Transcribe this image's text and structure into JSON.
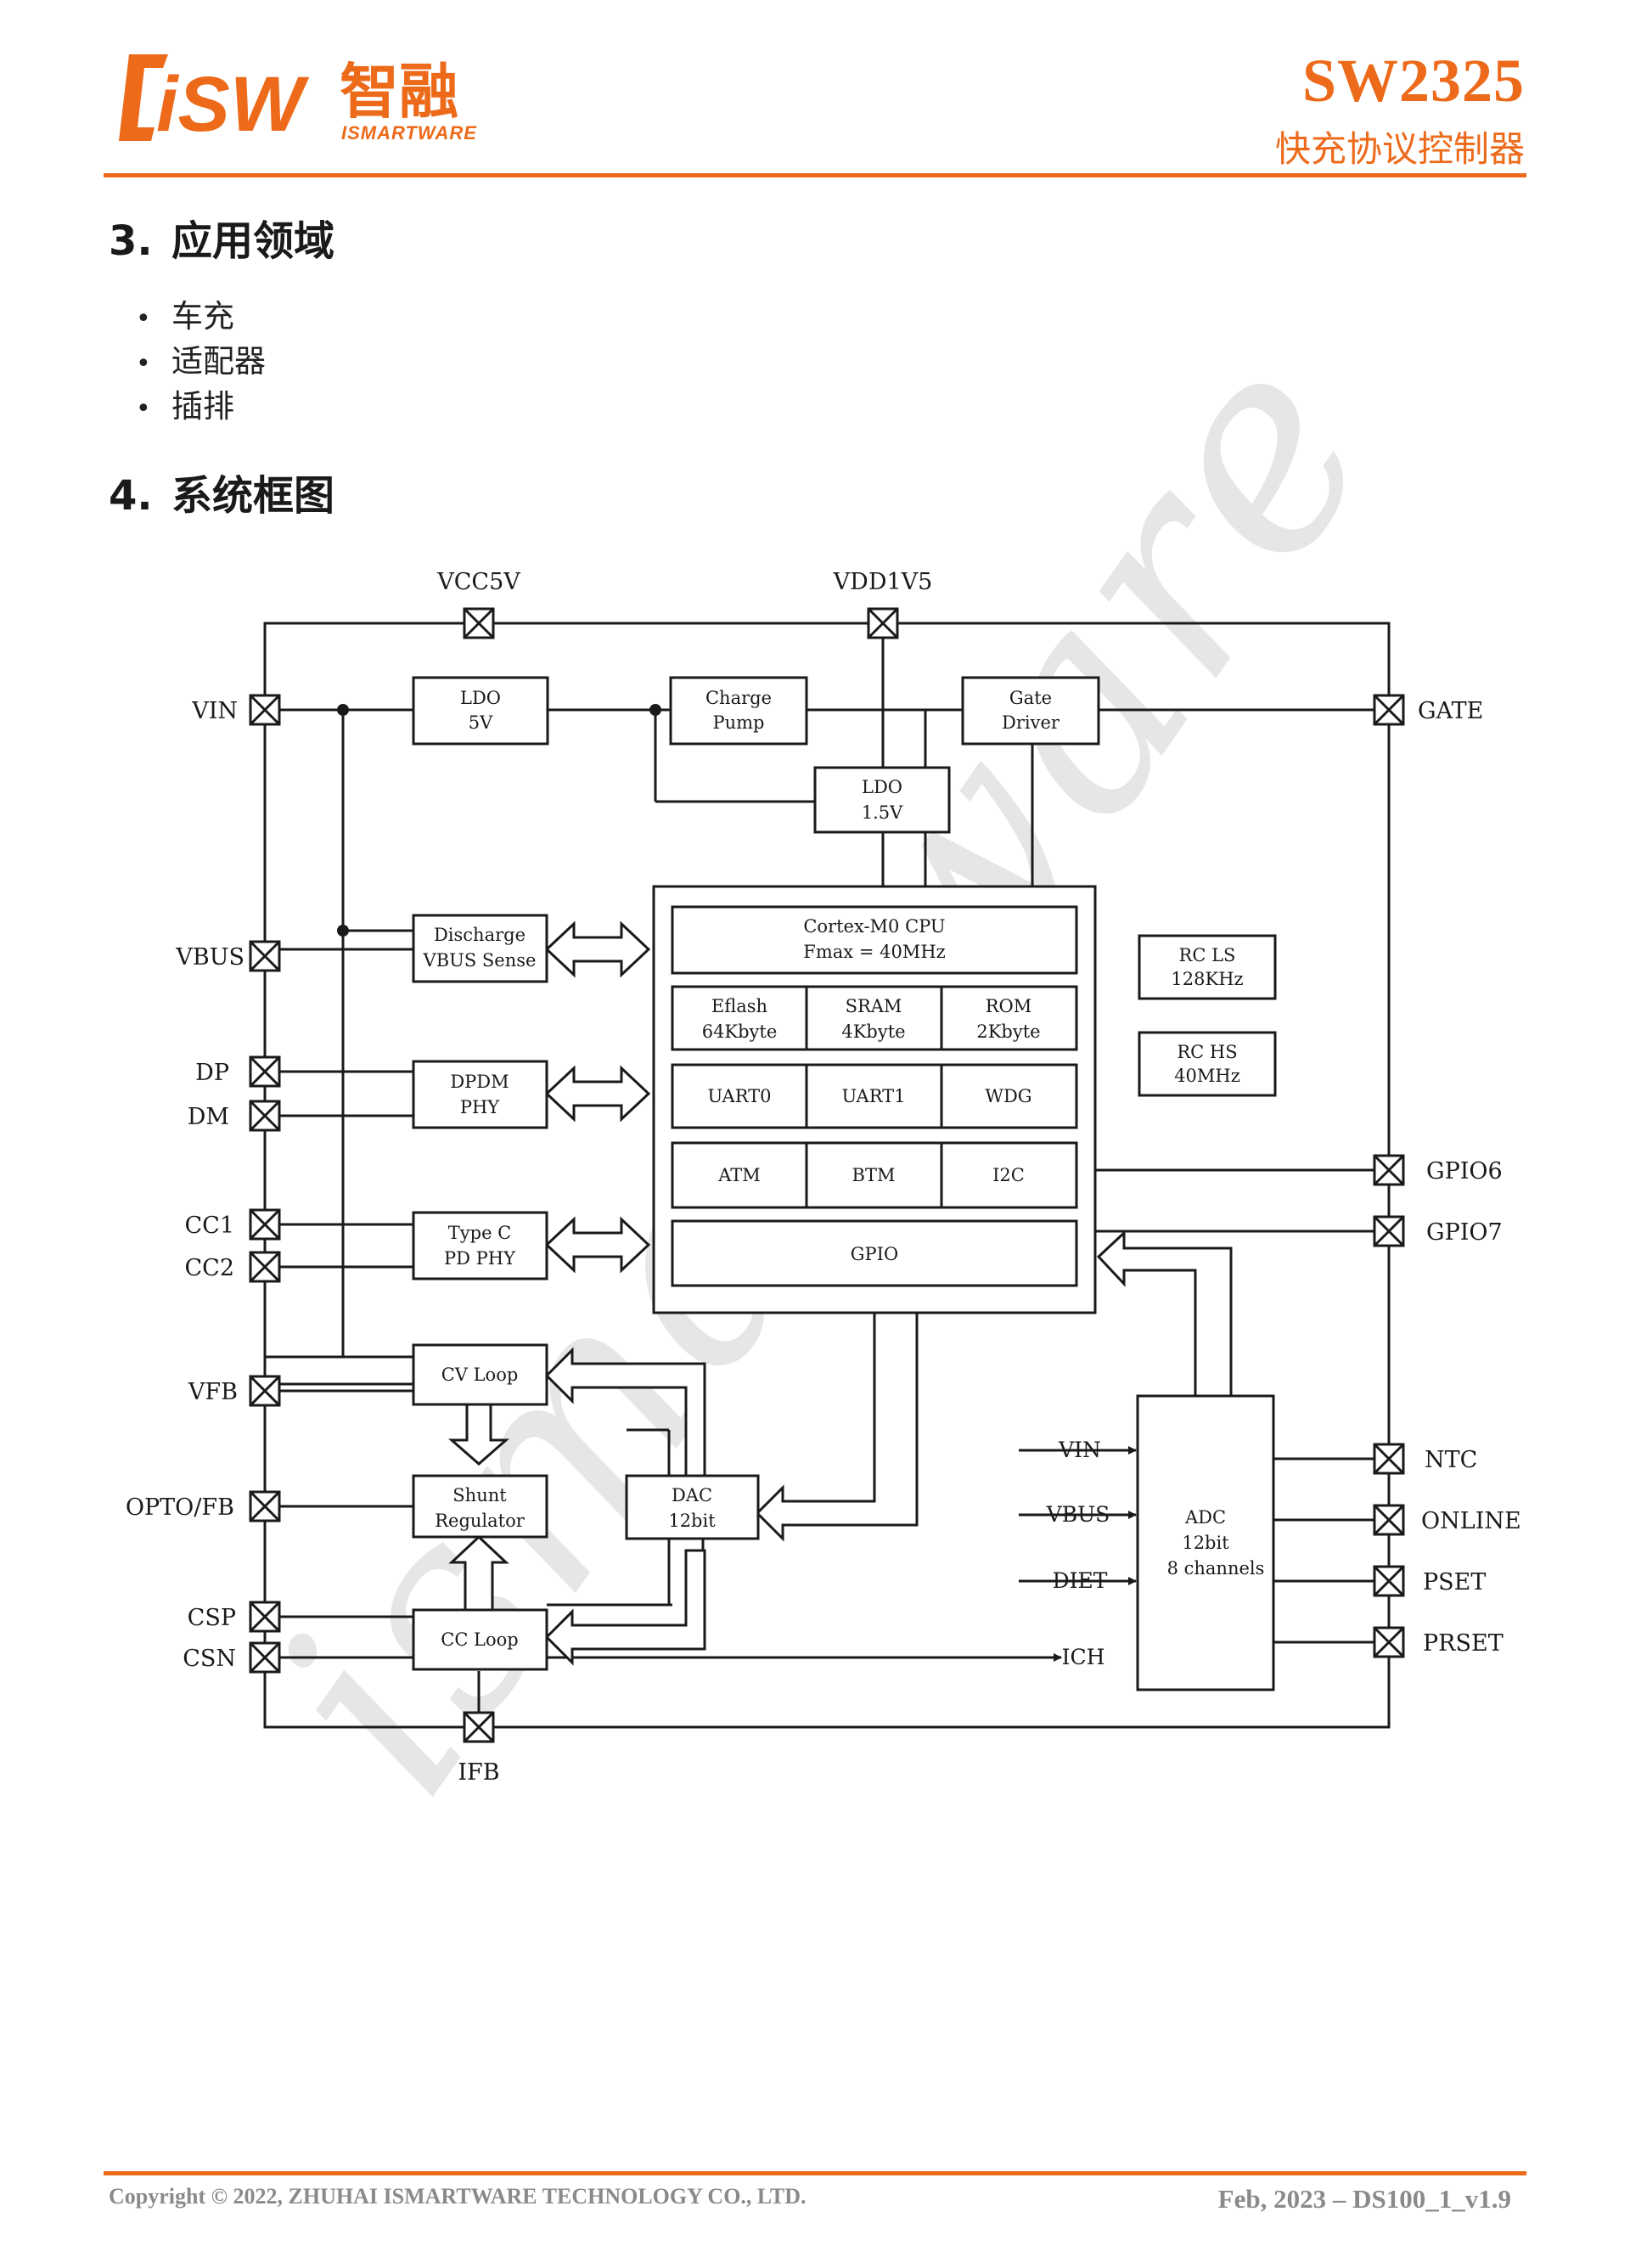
{
  "header": {
    "logo_mark": "iSW",
    "logo_cn": "智融",
    "logo_en": "ISMARTWARE",
    "part_number": "SW2325",
    "subtitle": "快充协议控制器",
    "brand_color": "#ec6a1a"
  },
  "section3": {
    "number": "3.",
    "title": "应用领域",
    "items": [
      "车充",
      "适配器",
      "插排"
    ]
  },
  "section4": {
    "number": "4.",
    "title": "系统框图"
  },
  "watermark": "ismartware",
  "diagram": {
    "pins": {
      "vcc5v": "VCC5V",
      "vdd1v5": "VDD1V5",
      "vin": "VIN",
      "vbus": "VBUS",
      "dp": "DP",
      "dm": "DM",
      "cc1": "CC1",
      "cc2": "CC2",
      "vfb": "VFB",
      "opto": "OPTO/FB",
      "csp": "CSP",
      "csn": "CSN",
      "ifb": "IFB",
      "gate": "GATE",
      "gpio6": "GPIO6",
      "gpio7": "GPIO7",
      "ntc": "NTC",
      "online": "ONLINE",
      "pset": "PSET",
      "prset": "PRSET"
    },
    "blocks": {
      "ldo5v": [
        "LDO",
        "5V"
      ],
      "charge_pump": [
        "Charge",
        "Pump"
      ],
      "gate_driver": [
        "Gate",
        "Driver"
      ],
      "ldo15": [
        "LDO",
        "1.5V"
      ],
      "discharge": [
        "Discharge",
        "VBUS Sense"
      ],
      "dpdm_phy": [
        "DPDM",
        "PHY"
      ],
      "typec_phy": [
        "Type C",
        "PD PHY"
      ],
      "cv_loop": [
        "CV Loop"
      ],
      "shunt": [
        "Shunt",
        "Regulator"
      ],
      "cc_loop": [
        "CC Loop"
      ],
      "dac": [
        "DAC",
        "12bit"
      ],
      "cpu": [
        "Cortex-M0 CPU",
        "Fmax = 40MHz"
      ],
      "eflash": [
        "Eflash",
        "64Kbyte"
      ],
      "sram": [
        "SRAM",
        "4Kbyte"
      ],
      "rom": [
        "ROM",
        "2Kbyte"
      ],
      "uart0": [
        "UART0"
      ],
      "uart1": [
        "UART1"
      ],
      "wdg": [
        "WDG"
      ],
      "atm": [
        "ATM"
      ],
      "btm": [
        "BTM"
      ],
      "i2c": [
        "I2C"
      ],
      "gpio": [
        "GPIO"
      ],
      "rc_ls": [
        "RC LS",
        "128KHz"
      ],
      "rc_hs": [
        "RC HS",
        "40MHz"
      ],
      "adc": [
        "ADC",
        "12bit",
        "8 channels"
      ]
    },
    "adc_inputs": [
      "VIN",
      "VBUS",
      "DIET",
      "ICH"
    ]
  },
  "footer": {
    "copyright": "Copyright © 2022, ZHUHAI ISMARTWARE TECHNOLOGY CO., LTD.",
    "revision": "Feb, 2023 – DS100_1_v1.9"
  }
}
